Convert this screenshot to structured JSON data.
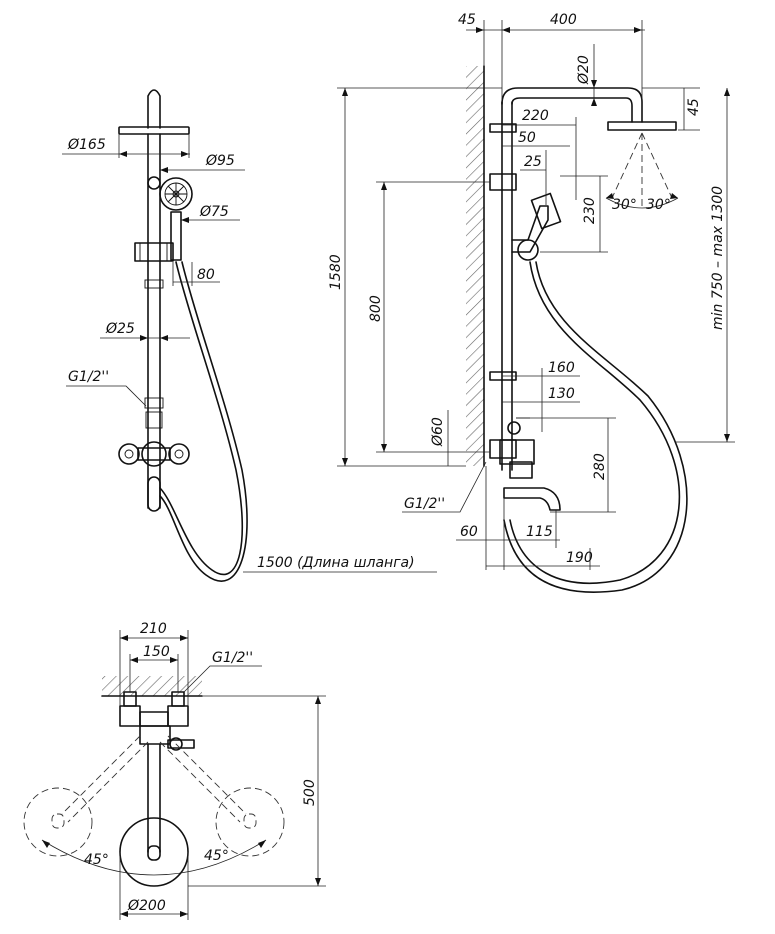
{
  "front_view": {
    "head_diameter": "Ø165",
    "hand_shower_diameter": "Ø95",
    "hand_handle_diameter": "Ø75",
    "slider_offset": "80",
    "pipe_diameter": "Ø25",
    "thread": "G1/2''",
    "hose_length": "1500 (Длина шланга)"
  },
  "side_view": {
    "wall_offset": "45",
    "arm_reach": "400",
    "arm_pipe_diameter": "Ø20",
    "head_height": "45",
    "total_height": "1580",
    "adjust_range": "min 750 – max 1300",
    "holder_reach": "220",
    "holder_offset_a": "50",
    "holder_offset_b": "25",
    "holder_height": "230",
    "angle_left": "30°",
    "angle_right": "30°",
    "mixer_height": "800",
    "mixer_depth_a": "160",
    "mixer_depth_b": "130",
    "flange_diameter": "Ø60",
    "spout_height": "280",
    "thread": "G1/2''",
    "spout_a": "60",
    "spout_b": "115",
    "spout_c": "190"
  },
  "top_view": {
    "overall_width": "210",
    "inlet_spacing": "150",
    "thread": "G1/2''",
    "depth": "500",
    "angle_left": "45°",
    "angle_right": "45°",
    "base_diameter": "Ø200"
  }
}
